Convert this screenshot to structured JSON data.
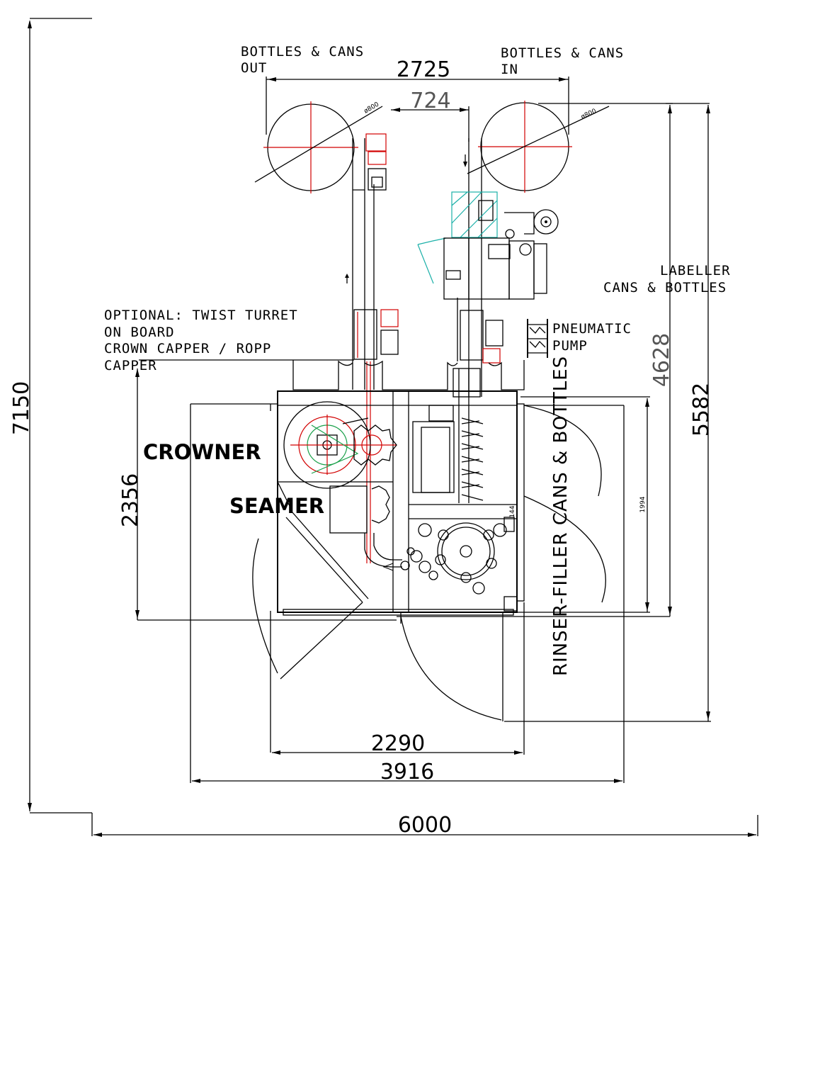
{
  "dimensions": {
    "overall_height": "7150",
    "overall_width": "6000",
    "conveyor_span": "2725",
    "conveyor_gap": "724",
    "labeller_height": "4628",
    "right_height": "5582",
    "left_height": "2356",
    "inner_height": "1994",
    "small_dim": "144",
    "base_width": "2290",
    "door_width": "3916",
    "turntable_diameter_left": "ø800",
    "turntable_diameter_right": "ø800"
  },
  "labels": {
    "out_line1": "BOTTLES & CANS",
    "out_line2": "OUT",
    "in_line1": "BOTTLES & CANS",
    "in_line2": "IN",
    "labeller_line1": "LABELLER",
    "labeller_line2": "CANS & BOTTLES",
    "optional_line1": "OPTIONAL: TWIST TURRET",
    "optional_line2": "ON BOARD",
    "optional_line3": "CROWN CAPPER / ROPP",
    "optional_line4": "CAPPER",
    "pneumatic_line1": "PNEUMATIC",
    "pneumatic_line2": "PUMP",
    "crowner": "CROWNER",
    "seamer": "SEAMER",
    "rinser": "RINSER-FILLER CANS & BOTTLES"
  },
  "colors": {
    "line": "#000000",
    "drive_motor": "#d20000",
    "capper_head": "#1aa04a",
    "labeller_hatch": "#1ab0a8"
  }
}
